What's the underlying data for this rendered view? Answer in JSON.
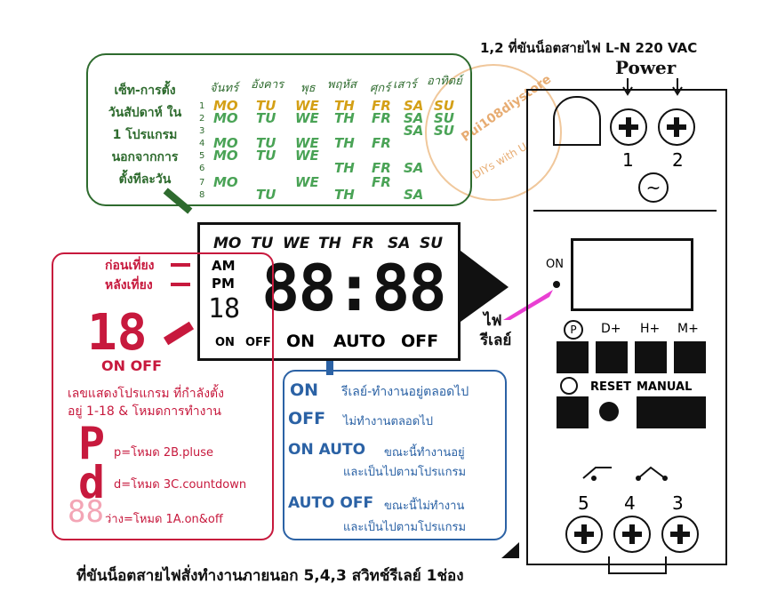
{
  "header": {
    "power_terminal_note": "1,2 ที่ขันน็อตสายไฟ L-N 220 VAC",
    "power_label": "Power"
  },
  "watermark": {
    "text": "Pui108diystore",
    "sub": "DIYs with U"
  },
  "week_box": {
    "note_lines": [
      "เซ็ท-การตั้ง",
      "วันสัปดาห์ ใน",
      "1 โปรแกรม",
      "นอกจากการ",
      "ตั้งทีละวัน"
    ],
    "thai_days": [
      "จันทร์",
      "อังคาร",
      "พุธ",
      "พฤหัส",
      "ศุกร์",
      "เสาร์",
      "อาทิตย์"
    ],
    "rows": [
      {
        "num": "1",
        "days": [
          "MO",
          "TU",
          "WE",
          "TH",
          "FR",
          "SA",
          "SU"
        ]
      },
      {
        "num": "2",
        "days": [
          "MO",
          "TU",
          "WE",
          "TH",
          "FR",
          "SA",
          "SU"
        ]
      },
      {
        "num": "3",
        "days": [
          "",
          "",
          "",
          "",
          "",
          "SA",
          "SU"
        ]
      },
      {
        "num": "4",
        "days": [
          "MO",
          "TU",
          "WE",
          "TH",
          "FR",
          "",
          ""
        ]
      },
      {
        "num": "5",
        "days": [
          "MO",
          "TU",
          "WE",
          "",
          "",
          "",
          ""
        ]
      },
      {
        "num": "6",
        "days": [
          "",
          "",
          "",
          "TH",
          "FR",
          "SA",
          ""
        ]
      },
      {
        "num": "7",
        "days": [
          "MO",
          "",
          "WE",
          "",
          "FR",
          "",
          ""
        ]
      },
      {
        "num": "8",
        "days": [
          "",
          "TU",
          "",
          "TH",
          "",
          "SA",
          ""
        ]
      }
    ]
  },
  "lcd": {
    "days": [
      "MO",
      "TU",
      "WE",
      "TH",
      "FR",
      "SA",
      "SU"
    ],
    "am": "AM",
    "pm": "PM",
    "time": "88:88",
    "prog": "18",
    "on_small": "ON",
    "off_small": "OFF",
    "on": "ON",
    "auto": "AUTO",
    "off": "OFF"
  },
  "relay_label": {
    "line1": "ไฟ",
    "line2": "รีเลย์"
  },
  "red_box": {
    "am_label": "ก่อนเที่ยง",
    "pm_label": "หลังเที่ยง",
    "big_digits": "18",
    "on_off": "ON OFF",
    "desc1": "เลขแสดงโปรแกรม ที่กำลังตั้ง",
    "desc2": "อยู่ 1-18  & โหมดการทำงาน",
    "p_glyph": "P",
    "p_desc": "p=โหมด 2B.pluse",
    "d_glyph": "d",
    "d_desc": "d=โหมด 3C.countdown",
    "blank_glyph": "88",
    "blank_desc": "ว่าง=โหมด 1A.on&off"
  },
  "blue_box": {
    "on_key": "ON",
    "on_desc": "รีเลย์-ทำงานอยู่ตลอดไป",
    "off_key": "OFF",
    "off_desc": "ไม่ทำงานตลอดไป",
    "onauto_key": "ON  AUTO",
    "onauto_desc1": "ขณะนี้ทำงานอยู่",
    "onauto_desc2": "และเป็นไปตามโปรแกรม",
    "autooff_key": "AUTO OFF",
    "autooff_desc1": "ขณะนี้ไม่ทำงาน",
    "autooff_desc2": "และเป็นไปตามโปรแกรม"
  },
  "device": {
    "terminal_top": [
      "1",
      "2"
    ],
    "terminal_bottom": [
      "5",
      "4",
      "3"
    ],
    "on_label": "ON",
    "buttons": [
      "P",
      "D+",
      "H+",
      "M+"
    ],
    "reset": "RESET",
    "manual": "MANUAL"
  },
  "footer": {
    "text": "ที่ขันน็อตสายไฟสั่งทำงานภายนอก 5,4,3 สวิทช์รีเลย์ 1ช่อง"
  },
  "colors": {
    "green": "#2e6b2e",
    "red": "#c7193d",
    "blue": "#2b62a5",
    "orange": "#d46a00"
  }
}
